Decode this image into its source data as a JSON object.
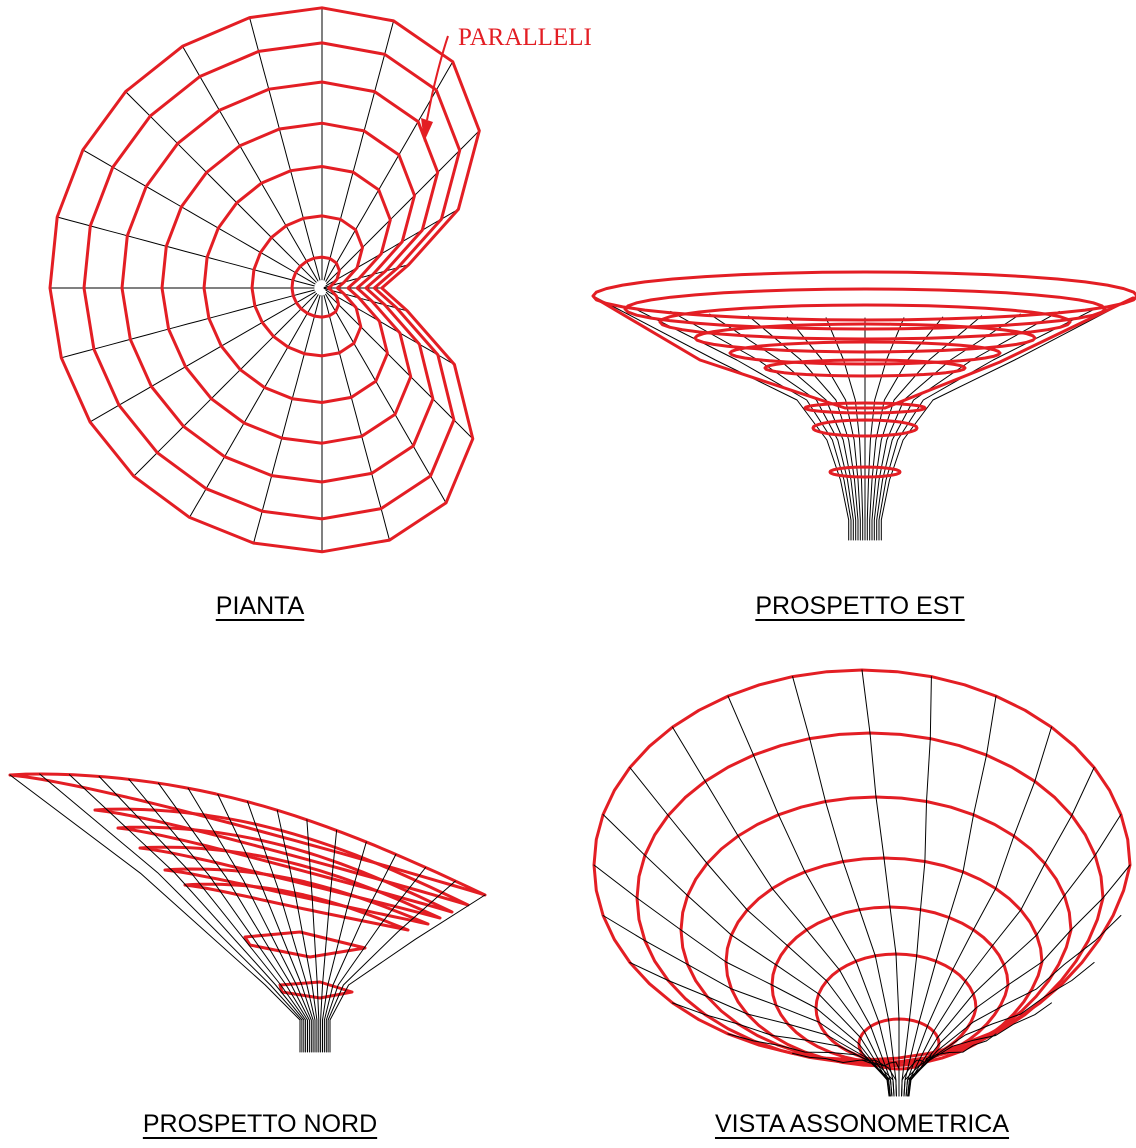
{
  "colors": {
    "parallels": "#e31e24",
    "meridians": "#000000",
    "background": "#ffffff"
  },
  "views": {
    "plan": {
      "label": "PIANTA"
    },
    "east": {
      "label": "PROSPETTO EST"
    },
    "north": {
      "label": "PROSPETTO NORD"
    },
    "axon": {
      "label": "VISTA ASSONOMETRICA"
    }
  },
  "annotation": {
    "text": "PARALLELI"
  }
}
